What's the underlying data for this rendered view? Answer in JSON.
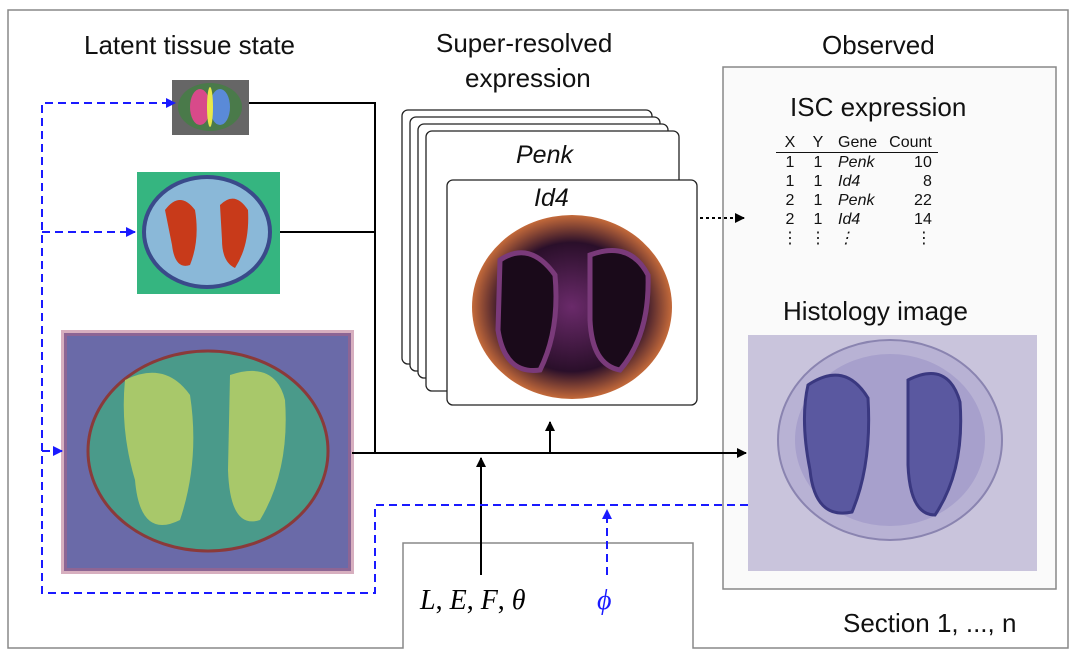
{
  "headings": {
    "latent": "Latent tissue state",
    "super_line1": "Super-resolved",
    "super_line2": "expression",
    "observed": "Observed"
  },
  "stack_genes": [
    "Penk",
    "Id4"
  ],
  "isc": {
    "title": "ISC expression",
    "columns": [
      "X",
      "Y",
      "Gene",
      "Count"
    ],
    "rows": [
      {
        "x": "1",
        "y": "1",
        "gene": "Penk",
        "count": "10"
      },
      {
        "x": "1",
        "y": "1",
        "gene": "Id4",
        "count": "8"
      },
      {
        "x": "2",
        "y": "1",
        "gene": "Penk",
        "count": "22"
      },
      {
        "x": "2",
        "y": "1",
        "gene": "Id4",
        "count": "14"
      }
    ],
    "ellipsis": "⋮"
  },
  "histology_title": "Histology image",
  "params": {
    "L": "L",
    "E": "E",
    "F": "F",
    "theta": "θ",
    "sep": ","
  },
  "phi": "ϕ",
  "section_label": "Section 1, ..., n",
  "colors": {
    "line": "#000000",
    "dashed": "#1a1aff",
    "frame": "#888888"
  }
}
